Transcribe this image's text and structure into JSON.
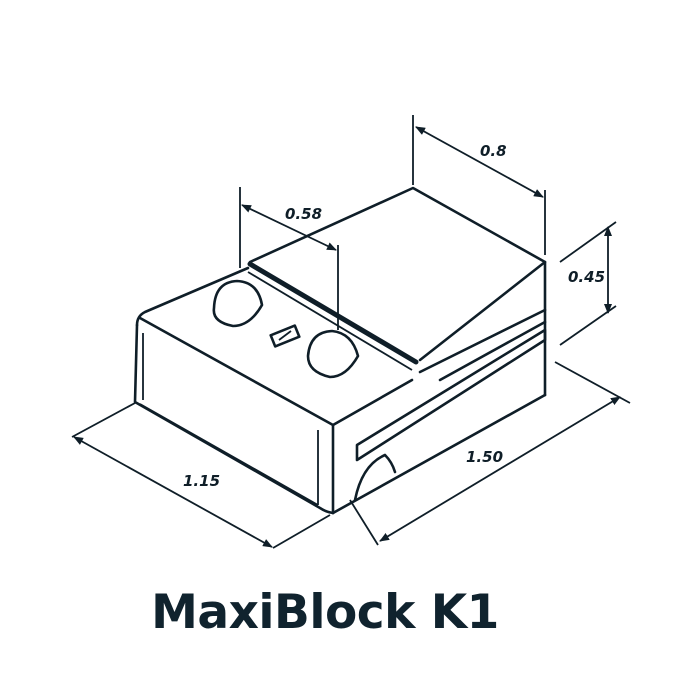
{
  "title": "MaxiBlock K1",
  "dimensions": {
    "depth_top": "0.8",
    "groove_offset": "0.58",
    "height": "0.45",
    "length": "1.50",
    "width": "1.15"
  },
  "colors": {
    "ink": "#0f1e28",
    "background": "#ffffff"
  }
}
